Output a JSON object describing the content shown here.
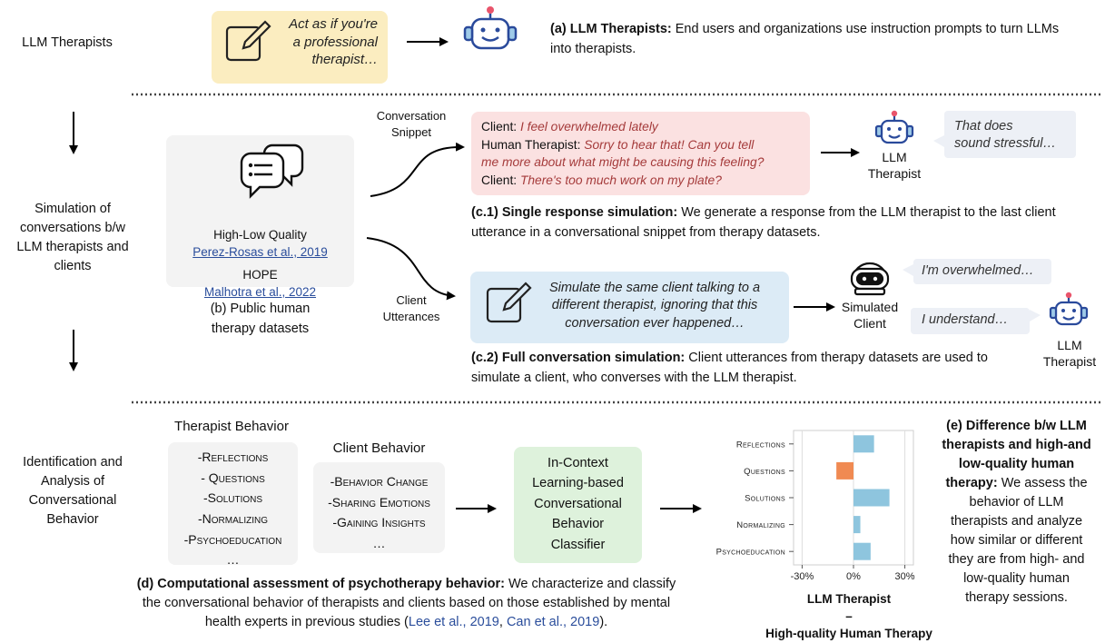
{
  "rows": {
    "row1": "LLM Therapists",
    "row2": [
      "Simulation of",
      "conversations b/w",
      "LLM therapists and",
      "clients"
    ],
    "row3": [
      "Identification and",
      "Analysis of",
      "Conversational",
      "Behavior"
    ]
  },
  "prompt_a": [
    "Act as if you're",
    "a professional",
    "therapist…"
  ],
  "caption_a": {
    "bold": "(a) LLM Therapists:",
    "text": " End users and organizations use instruction prompts to turn LLMs into therapists."
  },
  "datasets": {
    "ds1_name": "High-Low Quality",
    "ds1_cite": "Perez-Rosas et al., 2019",
    "ds2_name": "HOPE",
    "ds2_cite": "Malhotra et al., 2022",
    "caption": [
      "(b) Public human",
      "therapy datasets"
    ]
  },
  "arrows": {
    "snippet": [
      "Conversation",
      "Snippet"
    ],
    "utterances": [
      "Client",
      "Utterances"
    ]
  },
  "snippet": {
    "l1_speaker": "Client:",
    "l1_text": " I feel overwhelmed lately",
    "l2_speaker": "Human Therapist:",
    "l2_text": " Sorry to hear that! Can you tell",
    "l3_text": "me more about what might be causing this feeling?",
    "l4_speaker": "Client:",
    "l4_text": " There's too much work on my plate?"
  },
  "llm_therapist_label": [
    "LLM",
    "Therapist"
  ],
  "reply_c1": [
    "That does",
    "sound stressful…"
  ],
  "caption_c1": {
    "bold": "(c.1) Single response simulation:",
    "text": " We generate a response from the LLM therapist to the last client utterance in a conversational snippet from therapy datasets."
  },
  "prompt_c2": [
    "Simulate the same client talking to a",
    "different therapist, ignoring that this",
    "conversation ever happened…"
  ],
  "simulated_client_label": [
    "Simulated",
    "Client"
  ],
  "bubble_client": "I'm overwhelmed…",
  "bubble_therapist": "I understand…",
  "caption_c2": {
    "bold": "(c.2) Full conversation simulation:",
    "text": " Client utterances from therapy datasets are used to simulate a client, who converses with the LLM therapist."
  },
  "therapist_behavior": {
    "title": "Therapist Behavior",
    "items": [
      "-Reflections",
      "- Questions",
      "-Solutions",
      "-Normalizing",
      "-Psychoeducation"
    ],
    "more": "…"
  },
  "client_behavior": {
    "title": "Client Behavior",
    "items": [
      "-Behavior Change",
      "-Sharing Emotions",
      "-Gaining Insights"
    ],
    "more": "…"
  },
  "classifier": [
    "In-Context",
    "Learning-based",
    "Conversational",
    "Behavior",
    "Classifier"
  ],
  "caption_d": {
    "bold": "(d) Computational assessment of psychotherapy behavior:",
    "text1": " We characterize and classify",
    "text2": "the conversational behavior of therapists and clients based on those established by mental",
    "text3": "health experts in previous studies (",
    "cite1": "Lee et al., 2019",
    "sep": ", ",
    "cite2": "Can et al., 2019",
    "end": ")."
  },
  "chart_data": {
    "type": "bar",
    "orientation": "horizontal",
    "categories": [
      "Reflections",
      "Questions",
      "Solutions",
      "Normalizing",
      "Psychoeducation"
    ],
    "values": [
      12,
      -10,
      21,
      4,
      10
    ],
    "xlim": [
      -35,
      35
    ],
    "xticks": [
      "-30%",
      "0%",
      "30%"
    ],
    "xlabel": [
      "LLM Therapist",
      "–",
      "High-quality Human Therapy"
    ],
    "colors": {
      "positive": "#8ec5de",
      "negative": "#f08a52"
    }
  },
  "caption_e": {
    "bold": [
      "(e) Difference b/w LLM",
      "therapists and high-and",
      "low-quality human",
      "therapy:"
    ],
    "text": [
      " We assess the",
      "behavior of LLM",
      "therapists and analyze",
      "how similar or different",
      "they are from high- and",
      "low-quality human",
      "therapy sessions."
    ]
  }
}
